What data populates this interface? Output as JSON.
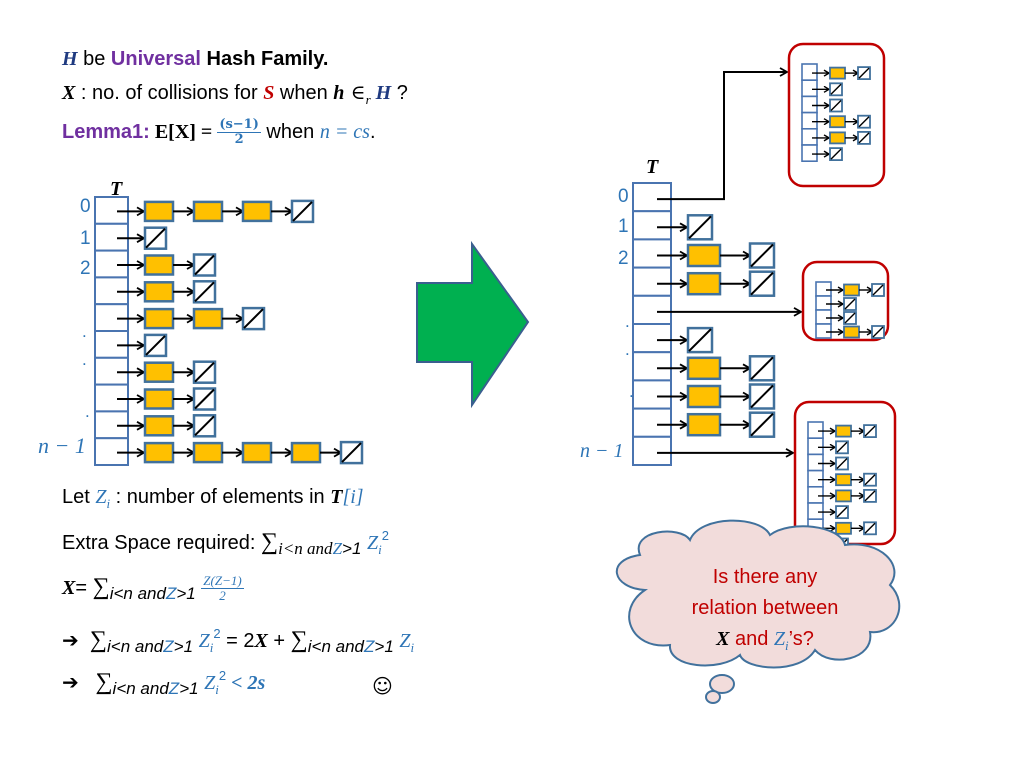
{
  "title": {
    "H": "H",
    "be": " be ",
    "universal": "Universal",
    "rest": " Hash Family."
  },
  "line2": {
    "X": "X",
    "text1": " : no. of collisions for ",
    "S": "S",
    "text2": " when ",
    "h": "h",
    "in": " ∈",
    "r": "r",
    "H": " H",
    "q": " ?"
  },
  "lemma": {
    "label": "Lemma1:",
    "E": " E[X] = ",
    "frac_num": "(s−1)",
    "frac_den": "2",
    "when": " when ",
    "cond": "n = cs",
    "period": "."
  },
  "left_table": {
    "title": "T",
    "index_labels": [
      "0",
      "1",
      "2",
      ".",
      ".",
      ".",
      "n − 1"
    ],
    "chain_lengths": [
      3,
      0,
      1,
      1,
      2,
      0,
      1,
      1,
      1,
      4
    ]
  },
  "right_table": {
    "title": "T",
    "index_labels": [
      "0",
      "1",
      "2",
      ".",
      ".",
      ".",
      "n − 1"
    ],
    "rows": [
      {
        "type": "secondary",
        "table": 0
      },
      {
        "type": "chain",
        "length": 0
      },
      {
        "type": "chain",
        "length": 1
      },
      {
        "type": "chain",
        "length": 1
      },
      {
        "type": "secondary",
        "table": 1
      },
      {
        "type": "chain",
        "length": 0
      },
      {
        "type": "chain",
        "length": 1
      },
      {
        "type": "chain",
        "length": 1
      },
      {
        "type": "chain",
        "length": 1
      },
      {
        "type": "secondary",
        "table": 2
      }
    ],
    "secondary_tables": [
      {
        "chain_lengths": [
          1,
          0,
          0,
          1,
          1,
          0
        ]
      },
      {
        "chain_lengths": [
          1,
          0,
          0,
          1
        ]
      },
      {
        "chain_lengths": [
          1,
          0,
          0,
          1,
          1,
          0,
          1,
          0
        ]
      }
    ]
  },
  "defs": {
    "let": "Let ",
    "Zi": "Z",
    "i": "i",
    "let_rest": " : number of elements in ",
    "T": "T",
    "Ti": "[i]",
    "extra": "Extra Space required: ",
    "X_eq": "X",
    "eq": "= ",
    "sum_sub": "i<n and",
    "sum_sub2": ">1",
    "frac_num": "Z(Z−1)",
    "frac_den": "2",
    "implies1_mid": " = 2",
    "implies1_X": "X",
    "implies1_plus": " + ",
    "implies2_rhs": " < 2s",
    "smiley": "☺",
    "arrow": "➔",
    "sq": "2"
  },
  "cloud": {
    "line1": "Is there any",
    "line2": "relation between",
    "X": "X",
    "and": " and ",
    "Z": "Z",
    "i": "i",
    "tail": "’s?"
  },
  "colors": {
    "node_fill": "#ffc000",
    "node_stroke": "#41719c",
    "table_stroke": "#4a74b0",
    "red_box": "#c00000",
    "arrow_fill": "#00b050",
    "cloud_fill": "#f2dcdb",
    "cloud_stroke": "#41719c"
  }
}
